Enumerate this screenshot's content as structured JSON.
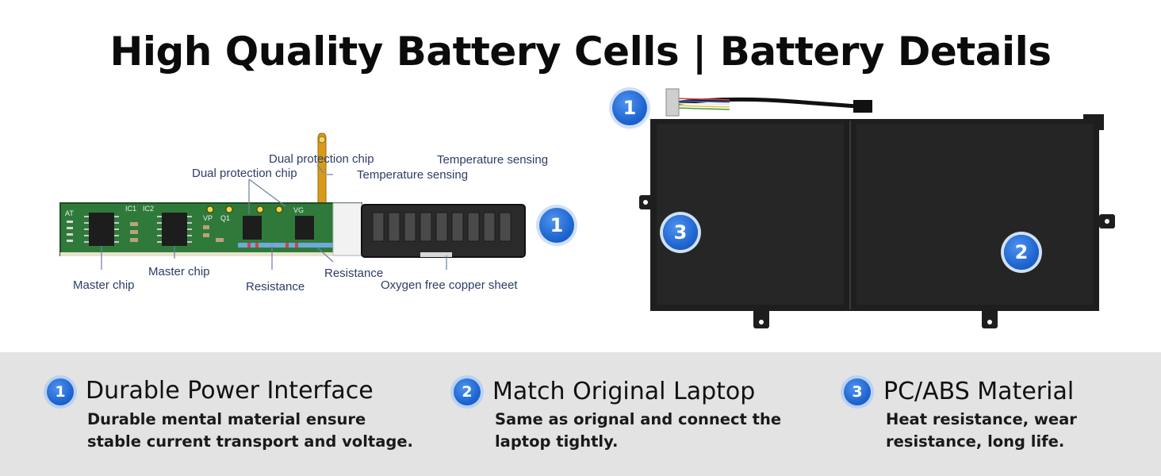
{
  "title": "High Quality Battery Cells | Battery Details",
  "pcb_labels": {
    "dual_protection_chip_a": "Dual protection chip",
    "temperature_sensing_a": "Temperature sensing",
    "dual_protection_chip_b": "Dual protection chip",
    "temperature_sensing_b": "Temperature sensing",
    "master_chip_a": "Master chip",
    "master_chip_b": "Master chip",
    "resistance_a": "Resistance",
    "resistance_b": "Resistance",
    "oxygen_free_copper_sheet": "Oxygen free copper sheet",
    "pcb_silk": [
      "IC1",
      "IC2",
      "VP",
      "Q1",
      "VG",
      "AT"
    ]
  },
  "badges": {
    "connector": "1",
    "battery_connector": "1",
    "battery_cell_right": "2",
    "battery_cell_left": "3"
  },
  "features": [
    {
      "number": "1",
      "title": "Durable Power Interface",
      "line1": "Durable mental material ensure",
      "line2": "stable current transport and voltage."
    },
    {
      "number": "2",
      "title": "Match Original Laptop",
      "line1": "Same as orignal and connect the",
      "line2": "laptop tightly."
    },
    {
      "number": "3",
      "title": "PC/ABS Material",
      "line1": "Heat resistance, wear",
      "line2": "resistance, long life."
    }
  ],
  "colors": {
    "badge_blue": "#1f66d1",
    "label_text": "#2c3d66",
    "pcb_green": "#2f7a3a",
    "band_gray": "#e3e3e3",
    "battery_body": "#1e1e1e"
  }
}
